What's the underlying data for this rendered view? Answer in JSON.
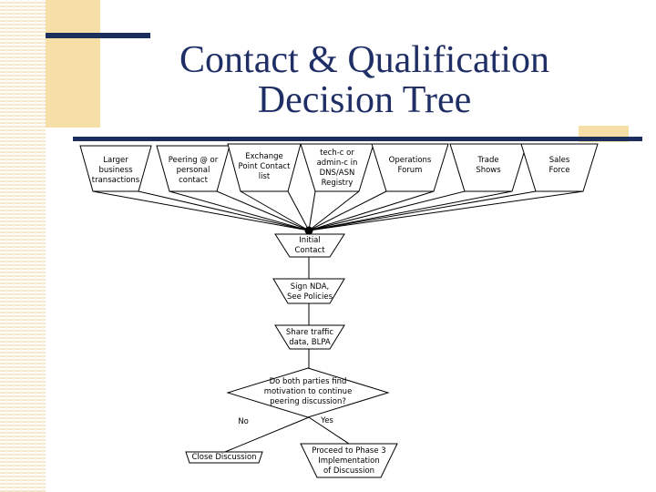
{
  "title": {
    "line1": "Contact & Qualification",
    "line2": "Decision Tree"
  },
  "sources": [
    {
      "id": "larger-business",
      "label": "Larger\nbusiness\ntransactions"
    },
    {
      "id": "peering-personal",
      "label": "Peering @ or\npersonal\ncontact"
    },
    {
      "id": "exchange-point",
      "label": "Exchange\nPoint Contact\nlist"
    },
    {
      "id": "tech-c",
      "label": "tech-c or\nadmin-c in\nDNS/ASN\nRegistry"
    },
    {
      "id": "operations-forum",
      "label": "Operations\nForum"
    },
    {
      "id": "trade-shows",
      "label": "Trade\nShows"
    },
    {
      "id": "sales-force",
      "label": "Sales\nForce"
    }
  ],
  "flow": {
    "initial_contact": "Initial\nContact",
    "sign_nda": "Sign NDA,\nSee Policies",
    "share_traffic": "Share traffic\ndata, BLPA",
    "decision": "Do both parties find\nmotivation to continue\npeering discussion?",
    "no_label": "No",
    "yes_label": "Yes",
    "close": "Close Discussion",
    "proceed": "Proceed to Phase 3\nImplementation\nof Discussion"
  },
  "colors": {
    "navy": "#1c2f5c",
    "tan": "#f6dfa7",
    "title_text": "#1f2f66"
  }
}
